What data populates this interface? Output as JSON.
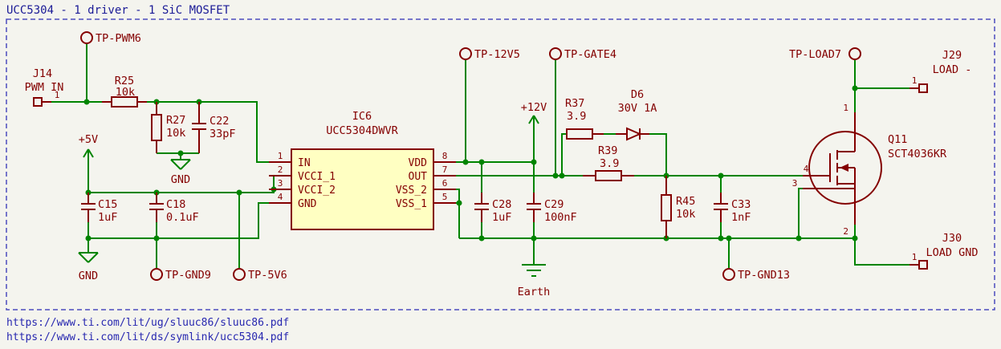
{
  "title": "UCC5304 - 1 driver - 1 SiC MOSFET",
  "links": {
    "userguide": "https://www.ti.com/lit/ug/sluuc86/sluuc86.pdf",
    "datasheet": "https://www.ti.com/lit/ds/symlink/ucc5304.pdf"
  },
  "colors": {
    "background": "#F4F4EE",
    "wire_green": "#008400",
    "symbol_maroon": "#840000",
    "ic_fill_yellow": "#FFFFC2",
    "title_blue": "#1A1A96",
    "border_blue": "#4C4CBE"
  },
  "connectors": {
    "j14": {
      "ref": "J14",
      "name": "PWM IN",
      "pin": "1"
    },
    "j29": {
      "ref": "J29",
      "name": "LOAD -",
      "pin": "1"
    },
    "j30": {
      "ref": "J30",
      "name": "LOAD GND",
      "pin": "1"
    }
  },
  "test_points": {
    "tp_pwm6": "TP-PWM6",
    "tp_gnd9": "TP-GND9",
    "tp_5v6": "TP-5V6",
    "tp_12v5": "TP-12V5",
    "tp_gate4": "TP-GATE4",
    "tp_load7": "TP-LOAD7",
    "tp_gnd13": "TP-GND13"
  },
  "power": {
    "p5v": "+5V",
    "p12v": "+12V",
    "gnd": "GND",
    "earth": "Earth"
  },
  "components": {
    "r25": {
      "ref": "R25",
      "value": "10k"
    },
    "r27": {
      "ref": "R27",
      "value": "10k"
    },
    "r37": {
      "ref": "R37",
      "value": "3.9"
    },
    "r39": {
      "ref": "R39",
      "value": "3.9"
    },
    "r45": {
      "ref": "R45",
      "value": "10k"
    },
    "c15": {
      "ref": "C15",
      "value": "1uF"
    },
    "c18": {
      "ref": "C18",
      "value": "0.1uF"
    },
    "c22": {
      "ref": "C22",
      "value": "33pF"
    },
    "c28": {
      "ref": "C28",
      "value": "1uF"
    },
    "c29": {
      "ref": "C29",
      "value": "100nF"
    },
    "c33": {
      "ref": "C33",
      "value": "1nF"
    },
    "d6": {
      "ref": "D6",
      "value": "30V 1A"
    },
    "q11": {
      "ref": "Q11",
      "value": "SCT4036KR",
      "pins": {
        "drain": "1",
        "source": "2",
        "ksource": "3",
        "gate": "4"
      }
    }
  },
  "ic": {
    "ref": "IC6",
    "value": "UCC5304DWVR",
    "left_pins": [
      {
        "num": "1",
        "name": "IN"
      },
      {
        "num": "2",
        "name": "VCCI_1"
      },
      {
        "num": "3",
        "name": "VCCI_2"
      },
      {
        "num": "4",
        "name": "GND"
      }
    ],
    "right_pins": [
      {
        "num": "8",
        "name": "VDD"
      },
      {
        "num": "7",
        "name": "OUT"
      },
      {
        "num": "6",
        "name": "VSS_2"
      },
      {
        "num": "5",
        "name": "VSS_1"
      }
    ]
  }
}
